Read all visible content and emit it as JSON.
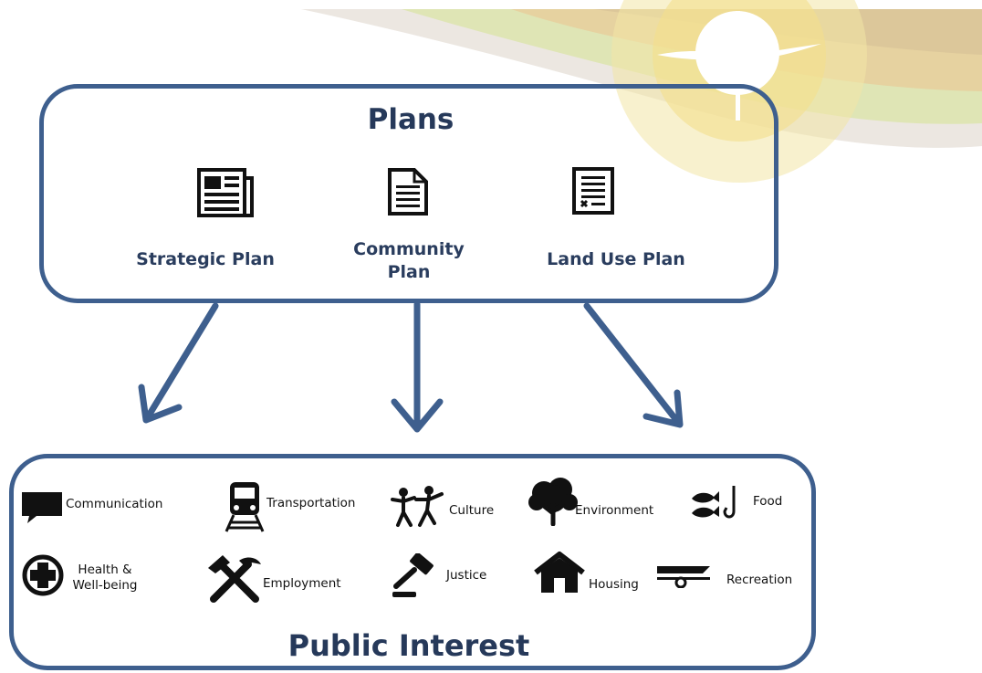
{
  "plans": {
    "title": "Plans",
    "items": [
      {
        "label": "Strategic Plan",
        "icon": "newspaper-icon"
      },
      {
        "label": "Community Plan",
        "line1": "Community",
        "line2": "Plan",
        "icon": "document-icon"
      },
      {
        "label": "Land Use Plan",
        "icon": "form-icon"
      }
    ]
  },
  "public_interest": {
    "title": "Public Interest",
    "items": {
      "communication": "Communication",
      "transportation": "Transportation",
      "culture": "Culture",
      "environment": "Environment",
      "food": "Food",
      "health_line1": "Health &",
      "health_line2": "Well-being",
      "employment": "Employment",
      "justice": "Justice",
      "housing": "Housing",
      "recreation": "Recreation"
    }
  },
  "colors": {
    "box_border": "#3e5f8e",
    "title_text": "#26395a",
    "arrow": "#3e5f8e"
  }
}
